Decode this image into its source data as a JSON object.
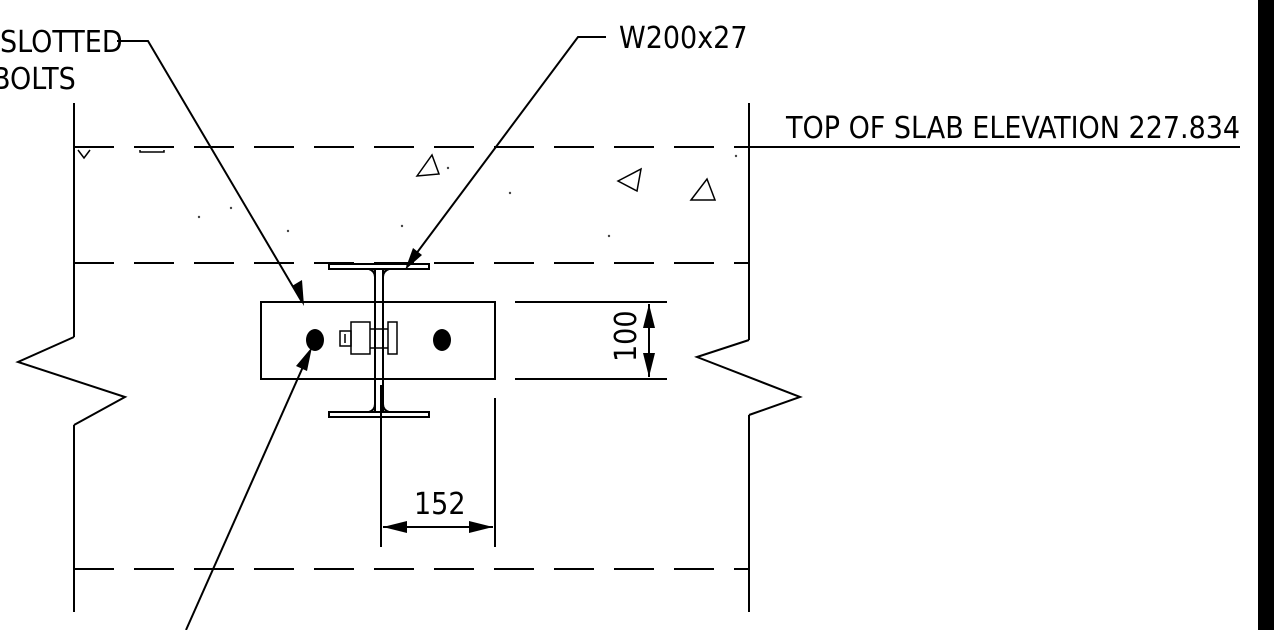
{
  "labels": {
    "slotted_line1": "SLOTTED",
    "slotted_line2": "BOLTS",
    "beam_section": "W200x27",
    "top_of_slab": "TOP OF SLAB ELEVATION 227.834"
  },
  "dimensions": {
    "height": "100",
    "width": "152"
  },
  "colors": {
    "line": "#000000",
    "background": "#ffffff"
  }
}
